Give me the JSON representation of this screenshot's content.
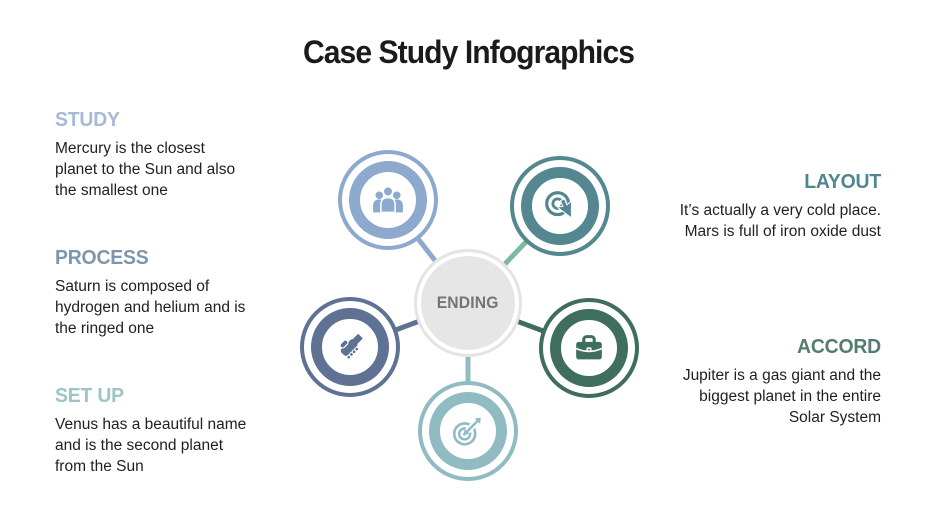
{
  "title": "Case Study Infographics",
  "hub": {
    "label": "ENDING",
    "fill": "#e6e6e6",
    "ring": "#e4e4e4",
    "text_color": "#747474"
  },
  "sections": [
    {
      "id": "study",
      "heading": "STUDY",
      "body": "Mercury is the closest planet to the Sun and also the smallest one",
      "color": "#a4bad6",
      "side": "left"
    },
    {
      "id": "process",
      "heading": "PROCESS",
      "body": "Saturn is composed of hydrogen and helium and is the ringed one",
      "color": "#7d96ad",
      "side": "left"
    },
    {
      "id": "setup",
      "heading": "SET UP",
      "body": "Venus has a beautiful name and is the second planet from the Sun",
      "color": "#9dc4c6",
      "side": "left"
    },
    {
      "id": "layout",
      "heading": "LAYOUT",
      "body": "It’s actually a very cold place. Mars is full of iron oxide dust",
      "color": "#4f868f",
      "side": "right"
    },
    {
      "id": "accord",
      "heading": "ACCORD",
      "body": "Jupiter is a gas giant and the biggest planet in the entire Solar System",
      "color": "#537c72",
      "side": "right"
    }
  ],
  "nodes": [
    {
      "id": "people",
      "icon": "users-icon",
      "color": "#8ea9ce"
    },
    {
      "id": "cursor",
      "icon": "cursor-click-icon",
      "color": "#54878f"
    },
    {
      "id": "handshake",
      "icon": "handshake-icon",
      "color": "#5f7294"
    },
    {
      "id": "briefcase",
      "icon": "briefcase-icon",
      "color": "#3f6d5e"
    },
    {
      "id": "target",
      "icon": "target-dart-icon",
      "color": "#90bbc3"
    }
  ],
  "connectors": {
    "to_people": "#8ea9ce",
    "to_cursor": "#7db7a6",
    "to_handshake": "#5f7294",
    "to_briefcase": "#3f6d5e",
    "to_target": "#90bbc3"
  }
}
